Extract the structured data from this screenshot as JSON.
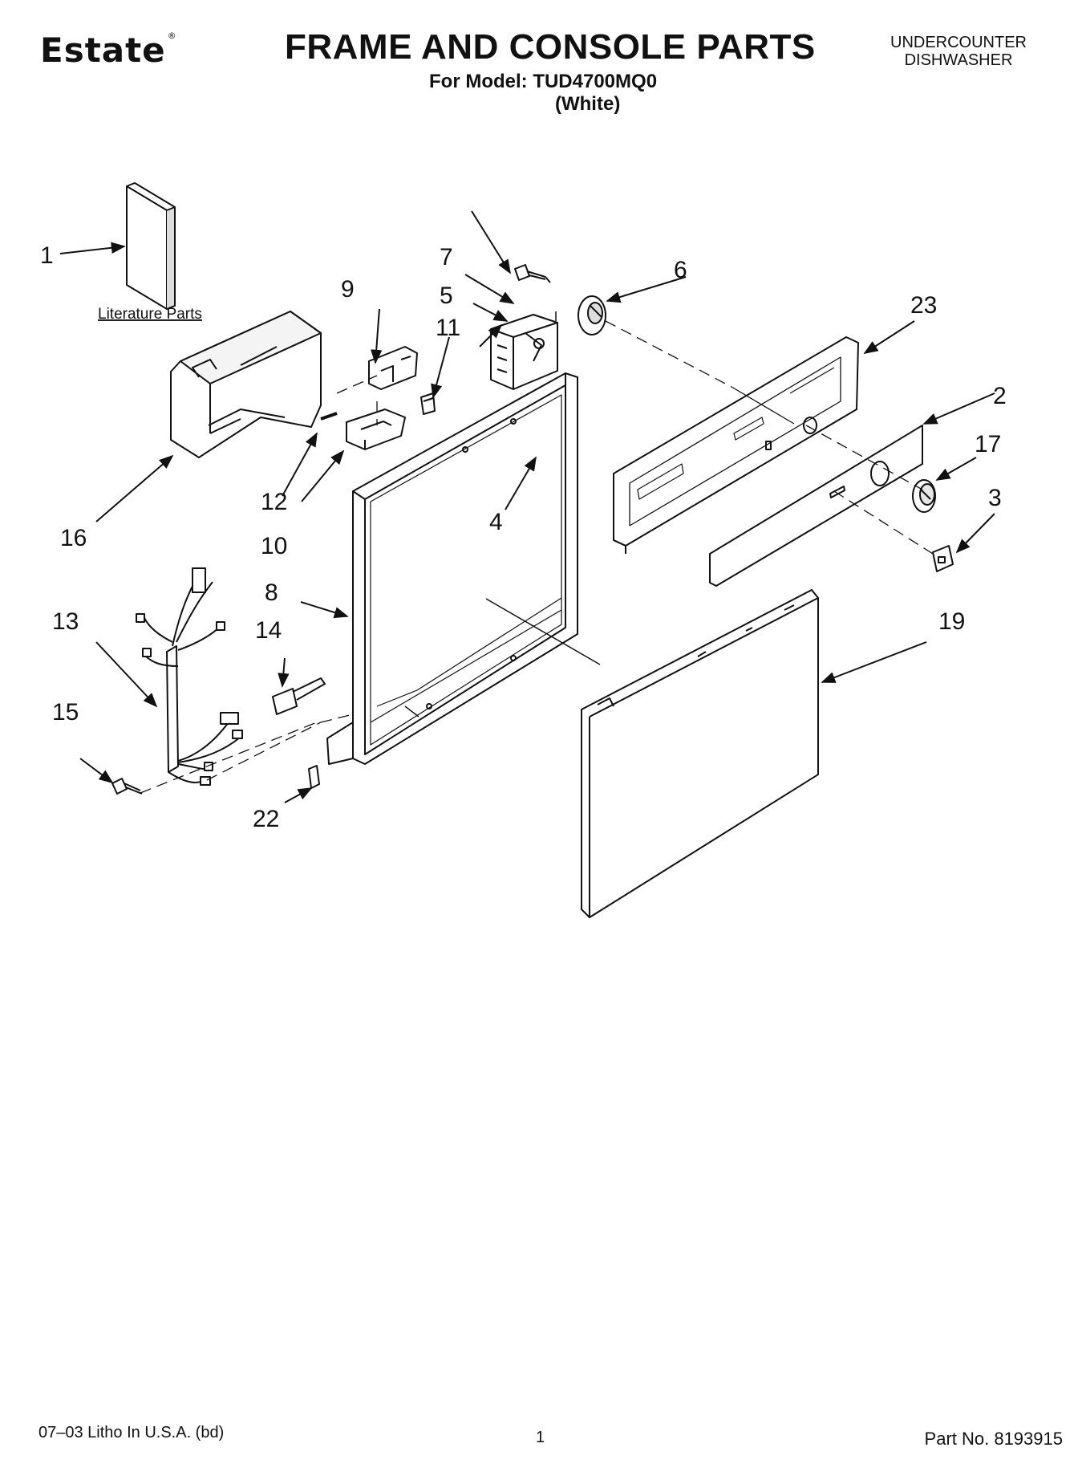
{
  "header": {
    "brand": "Estate",
    "brand_mark": "®",
    "title": "FRAME AND CONSOLE PARTS",
    "model_line": "For Model: TUD4700MQ0",
    "color_line": "(White)",
    "product_type_line1": "UNDERCOUNTER",
    "product_type_line2": "DISHWASHER"
  },
  "diagram": {
    "literature_label": "Literature Parts",
    "callouts": {
      "c1": "1",
      "c2": "2",
      "c3": "3",
      "c4": "4",
      "c5": "5",
      "c6": "6",
      "c7": "7",
      "c8": "8",
      "c9": "9",
      "c10": "10",
      "c11": "11",
      "c12": "12",
      "c13": "13",
      "c14": "14",
      "c15": "15",
      "c16": "16",
      "c17": "17",
      "c19": "19",
      "c22": "22",
      "c23": "23"
    }
  },
  "footer": {
    "print_info": "07–03 Litho In U.S.A. (bd)",
    "page_number": "1",
    "part_number": "Part No. 8193915"
  }
}
